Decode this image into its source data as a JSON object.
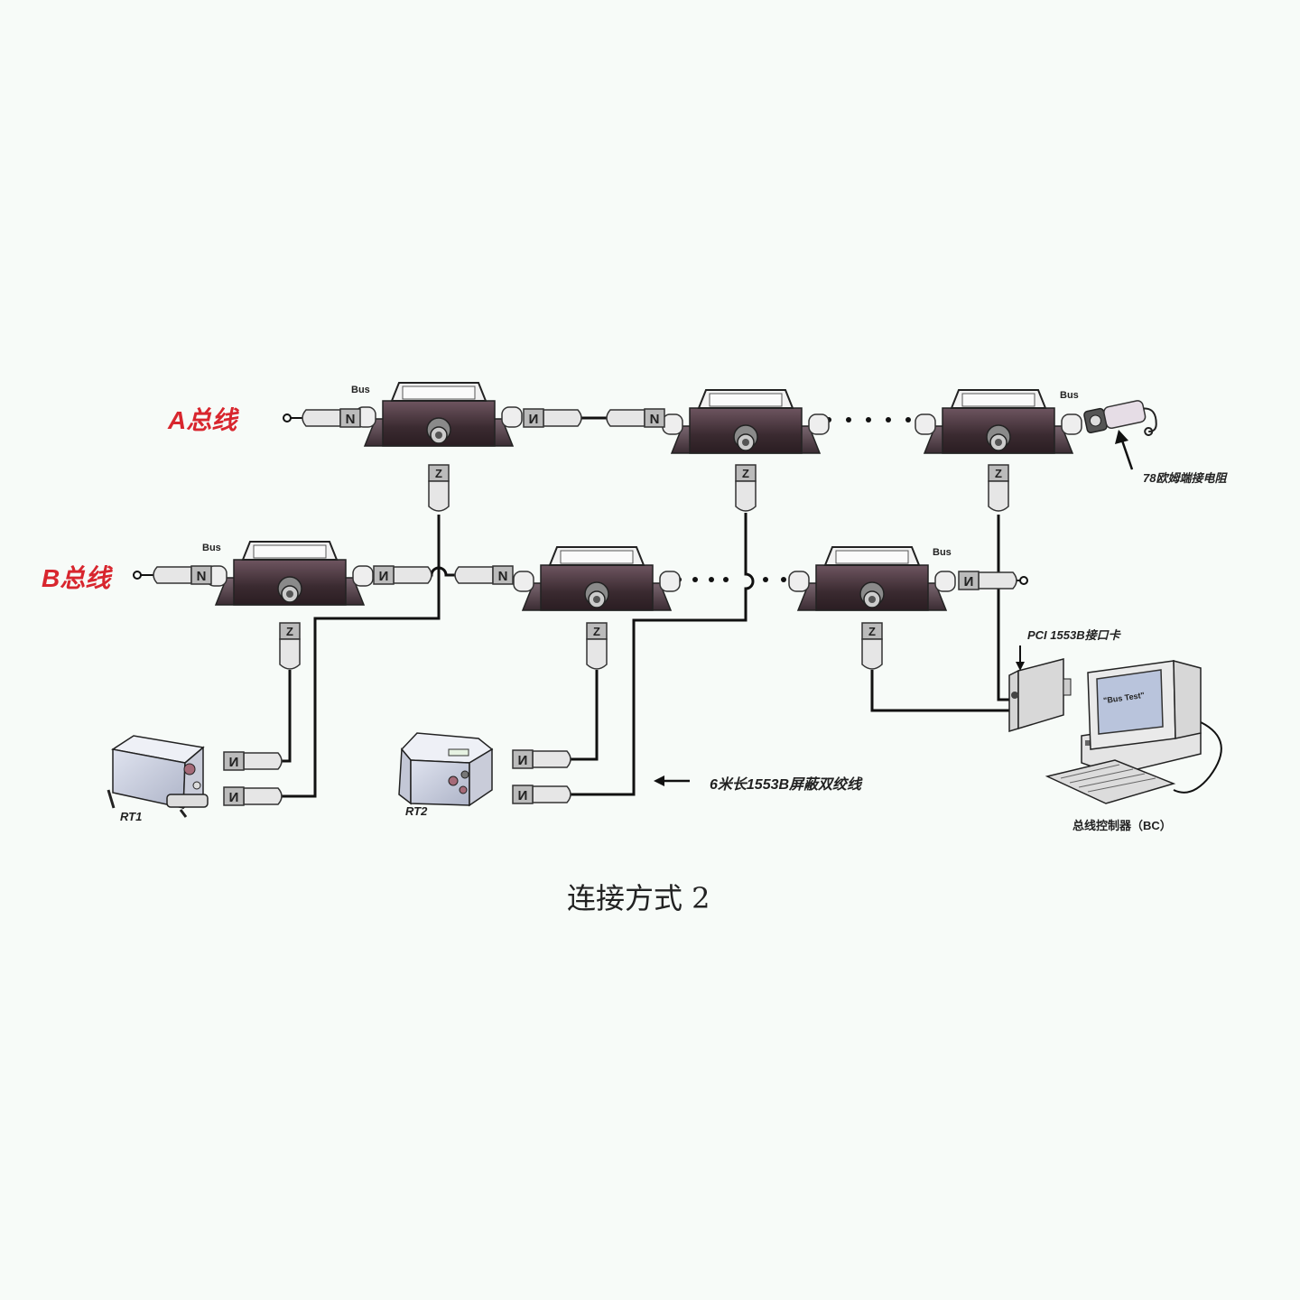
{
  "caption": "连接方式 2",
  "buses": [
    {
      "id": "A",
      "label": "A总线",
      "color": "#d8262e",
      "coupler_count_shown": 3
    },
    {
      "id": "B",
      "label": "B总线",
      "color": "#d8262e",
      "coupler_count_shown": 3
    }
  ],
  "bus_tags": [
    "Bus",
    "Bus",
    "Bus",
    "Bus"
  ],
  "annotations": {
    "terminator": "78欧姆端接电阻",
    "pci_card": "PCI 1553B接口卡",
    "cable": "6米长1553B屏蔽双绞线"
  },
  "devices": {
    "rt1": "RT1",
    "rt2": "RT2",
    "bc": "总线控制器（BC）",
    "bc_screen_text": "\"Bus Test\""
  }
}
